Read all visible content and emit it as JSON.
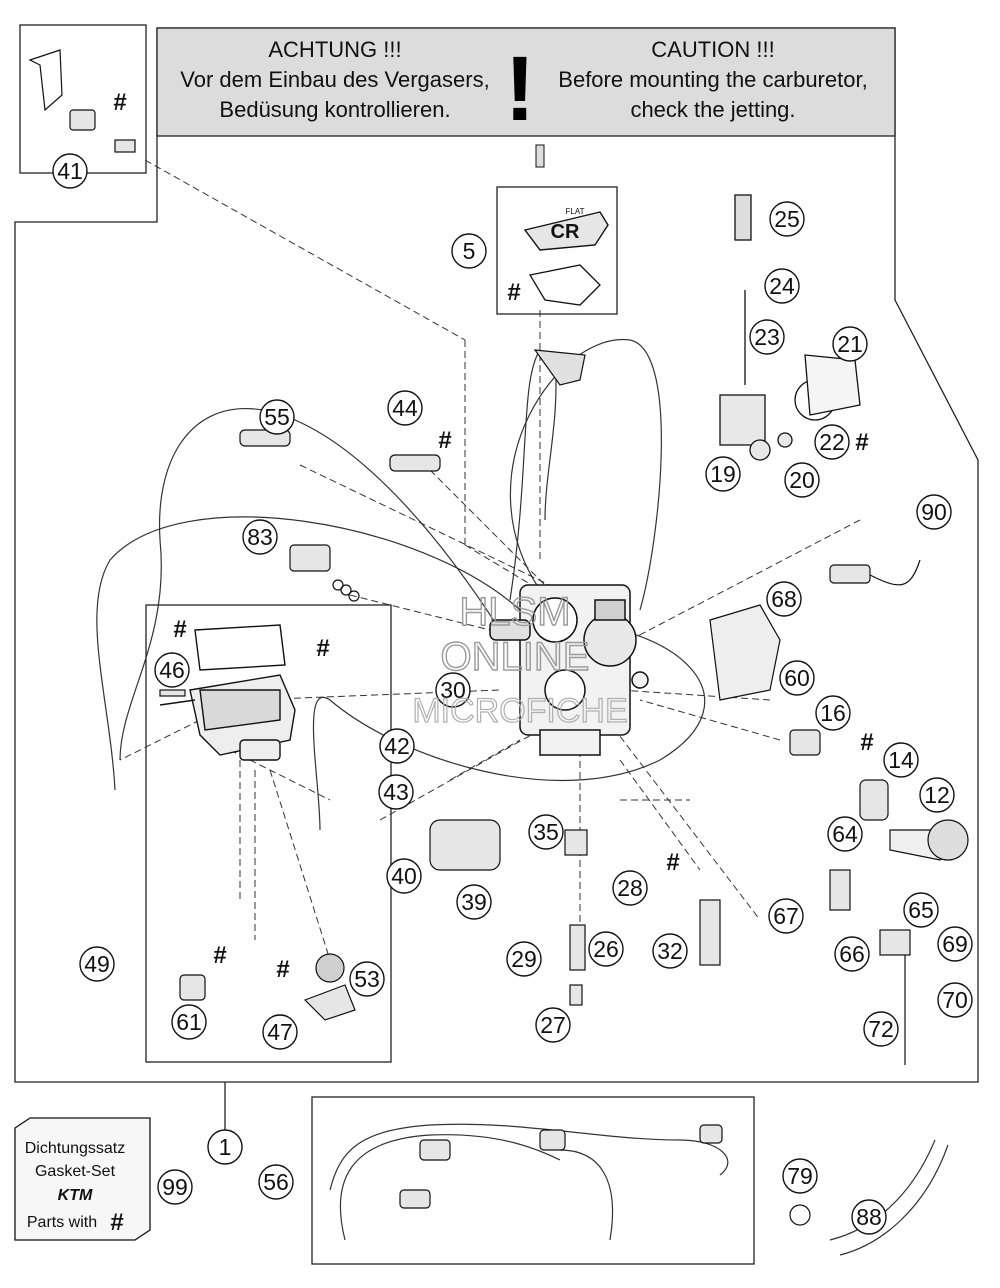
{
  "warning": {
    "de_title": "ACHTUNG !!!",
    "de_line1": "Vor dem Einbau des Vergasers,",
    "de_line2": "Bedüsung kontrollieren.",
    "en_title": "CAUTION !!!",
    "en_line1": "Before mounting the carburetor,",
    "en_line2": "check the jetting.",
    "symbol": "!"
  },
  "watermark": {
    "line1": "HLSM",
    "line2": "ONLINE",
    "line3": "MICROFICHE"
  },
  "cover_label": "CR",
  "cover_small": "FLAT",
  "gasket_box": {
    "line1": "Dichtungssatz",
    "line2": "Gasket-Set",
    "brand": "KTM",
    "line3": "Parts with",
    "symbol": "#"
  },
  "hash_symbol": "#",
  "callouts": [
    "41",
    "5",
    "25",
    "24",
    "23",
    "21",
    "22",
    "19",
    "20",
    "55",
    "44",
    "90",
    "83",
    "68",
    "60",
    "30",
    "46",
    "16",
    "14",
    "12",
    "42",
    "43",
    "35",
    "64",
    "40",
    "39",
    "28",
    "67",
    "65",
    "29",
    "26",
    "32",
    "66",
    "69",
    "49",
    "61",
    "53",
    "47",
    "27",
    "72",
    "70",
    "1",
    "56",
    "79",
    "99",
    "88"
  ]
}
